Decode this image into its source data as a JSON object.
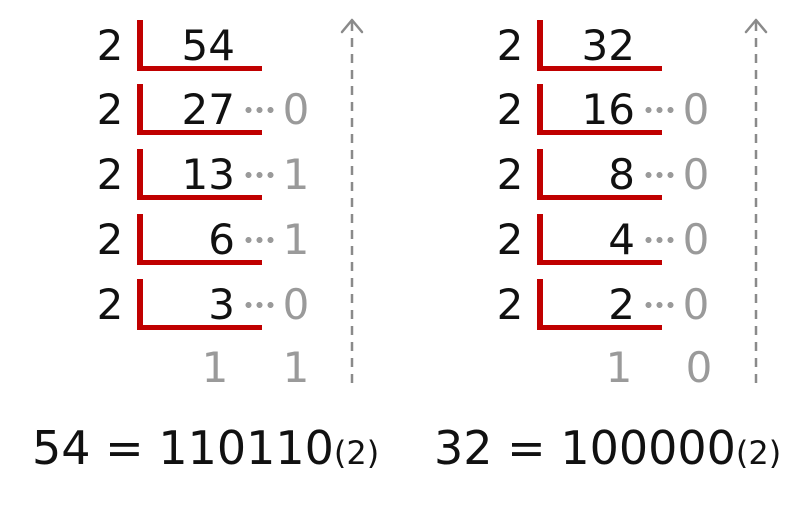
{
  "left": {
    "divisor": "2",
    "rows": [
      {
        "dividend": "54",
        "remainder": ""
      },
      {
        "dividend": "27",
        "remainder": "0"
      },
      {
        "dividend": "13",
        "remainder": "1"
      },
      {
        "dividend": "6",
        "remainder": "1"
      },
      {
        "dividend": "3",
        "remainder": "0"
      }
    ],
    "final_quotient": "1",
    "final_remainder": "1",
    "result_expression": "54 = 110110",
    "result_base": "(2)"
  },
  "right": {
    "divisor": "2",
    "rows": [
      {
        "dividend": "32",
        "remainder": ""
      },
      {
        "dividend": "16",
        "remainder": "0"
      },
      {
        "dividend": "8",
        "remainder": "0"
      },
      {
        "dividend": "4",
        "remainder": "0"
      },
      {
        "dividend": "2",
        "remainder": "0"
      }
    ],
    "final_quotient": "1",
    "final_remainder": "0",
    "result_expression": "32 = 100000",
    "result_base": "(2)"
  },
  "colors": {
    "bracket": "#c00000",
    "remainder": "#9a9a9a",
    "text": "#111111",
    "arrow": "#8a8a8a"
  },
  "icons": {
    "arrow": "dashed-up-arrow-icon",
    "dots": "ellipsis-dots-icon"
  }
}
